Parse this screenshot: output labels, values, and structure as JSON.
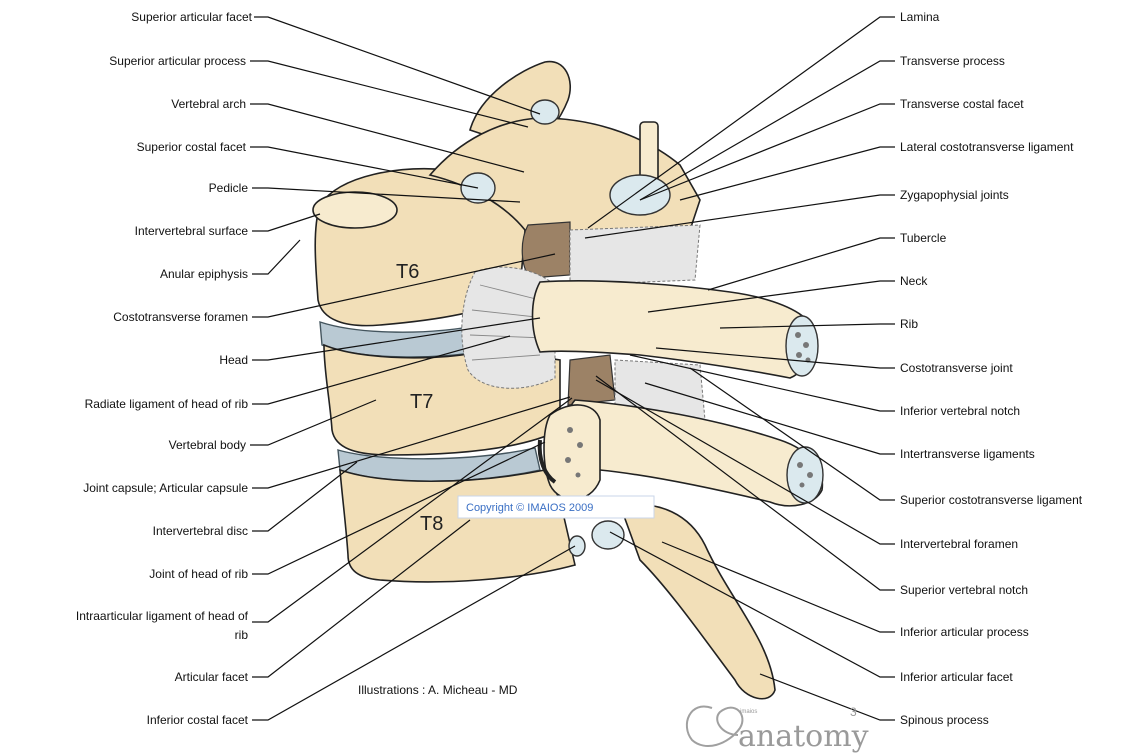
{
  "segments": {
    "t6": "T6",
    "t7": "T7",
    "t8": "T8"
  },
  "left_labels": [
    "Superior articular facet",
    "Superior articular process",
    "Vertebral arch",
    "Superior costal facet",
    "Pedicle",
    "Intervertebral surface",
    "Anular epiphysis",
    "Costotransverse foramen",
    "Head",
    "Radiate ligament of head of rib",
    "Vertebral body",
    "Joint capsule; Articular capsule",
    "Intervertebral disc",
    "Joint of head of rib",
    "Intraarticular ligament of head of",
    "rib",
    "Articular facet",
    "Inferior costal facet"
  ],
  "right_labels": [
    "Lamina",
    "Transverse process",
    "Transverse costal facet",
    "Lateral costotransverse ligament",
    "Zygapophysial joints",
    "Tubercle",
    "Neck",
    "Rib",
    "Costotransverse joint",
    "Inferior vertebral notch",
    "Intertransverse ligaments",
    "Superior costotransverse ligament",
    "Intervertebral foramen",
    "Superior vertebral notch",
    "Inferior articular process",
    "Inferior articular facet",
    "Spinous process"
  ],
  "copyright": "Copyright © IMAIOS 2009",
  "credit": "Illustrations : A. Micheau - MD",
  "logo": {
    "text": "anatomy",
    "superscript": "3",
    "small_text": "imaios"
  },
  "colors": {
    "bone": "#f2dfb8",
    "disc": "#b9c9d3",
    "facet": "#dbe9ee",
    "foramen": "#9c8266",
    "copyright_text": "#3a6fc4"
  }
}
